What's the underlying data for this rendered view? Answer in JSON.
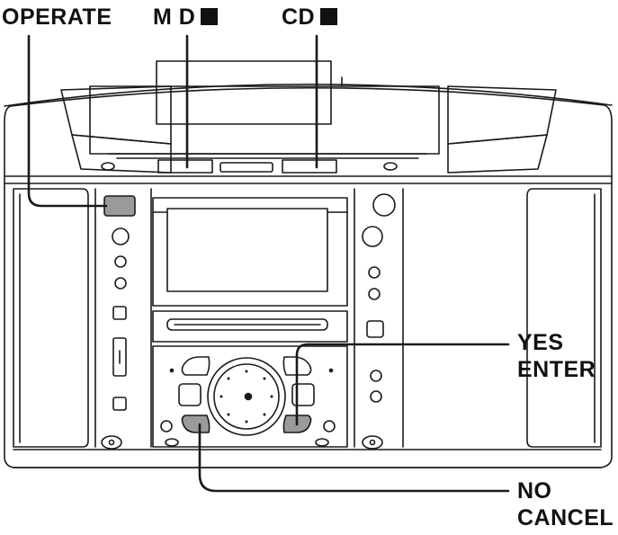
{
  "labels": {
    "operate": "OPERATE",
    "md_stop": "M D",
    "cd_stop": "CD",
    "yes": "YES",
    "enter": "ENTER",
    "no": "NO",
    "cancel": "CANCEL"
  },
  "colors": {
    "line": "#1a1a1a",
    "highlight": "#9a9a9a",
    "background": "#ffffff"
  },
  "icons": {
    "stop_symbol": "filled-square"
  }
}
